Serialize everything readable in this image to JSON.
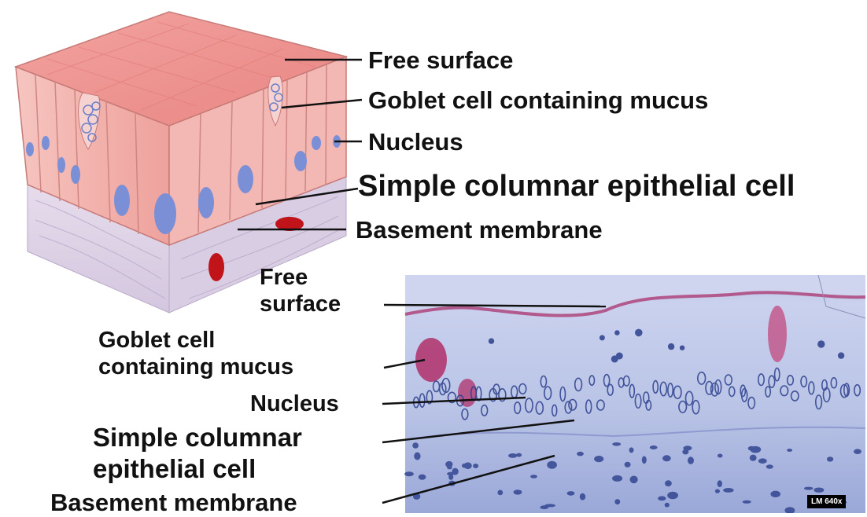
{
  "diagram": {
    "top_labels": {
      "free_surface": "Free surface",
      "goblet_cell": "Goblet cell containing mucus",
      "nucleus": "Nucleus",
      "columnar_cell": "Simple columnar epithelial cell",
      "basement_membrane": "Basement membrane"
    },
    "micrograph_labels": {
      "free_surface_1": "Free",
      "free_surface_2": "surface",
      "goblet_cell_1": "Goblet cell",
      "goblet_cell_2": "containing mucus",
      "nucleus": "Nucleus",
      "columnar_cell_1": "Simple columnar",
      "columnar_cell_2": "epithelial cell",
      "basement_membrane": "Basement membrane"
    },
    "magnification": "LM 640x"
  },
  "colors": {
    "cell_pink": "#f4b7b2",
    "cell_top": "#ef8f8c",
    "nucleus_blue": "#7b8fd6",
    "connective_tissue": "#ddd2e6",
    "blood_cell_red": "#c0141a",
    "micrograph_bg": "#c8d0ea",
    "micrograph_nuclei": "#2c3f8c",
    "goblet_magenta": "#b0306a"
  }
}
